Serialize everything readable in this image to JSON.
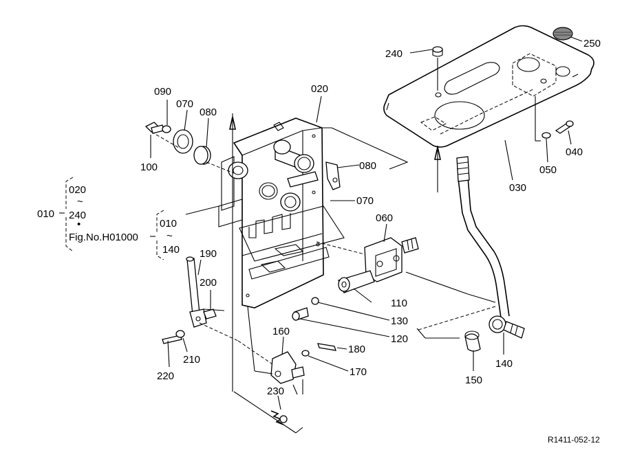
{
  "parts": {
    "p010": "010",
    "p020_top": "020",
    "p020_range": "020",
    "p240_range": "240",
    "p030": "030",
    "p040": "040",
    "p050": "050",
    "p060": "060",
    "p070_a": "070",
    "p070_b": "070",
    "p080_a": "080",
    "p080_b": "080",
    "p090": "090",
    "p100": "100",
    "p110": "110",
    "p120": "120",
    "p130": "130",
    "p140_range": "140",
    "p140": "140",
    "p150": "150",
    "p160": "160",
    "p170": "170",
    "p180": "180",
    "p190": "190",
    "p200": "200",
    "p210": "210",
    "p220": "220",
    "p230": "230",
    "p240": "240",
    "p250": "250",
    "p010_range": "010"
  },
  "symbols": {
    "tilde_a": "~",
    "tilde_b": "~",
    "bullet": "•"
  },
  "fig_ref": "Fig.No.H01000",
  "drawing_code": "R1411-052-12"
}
